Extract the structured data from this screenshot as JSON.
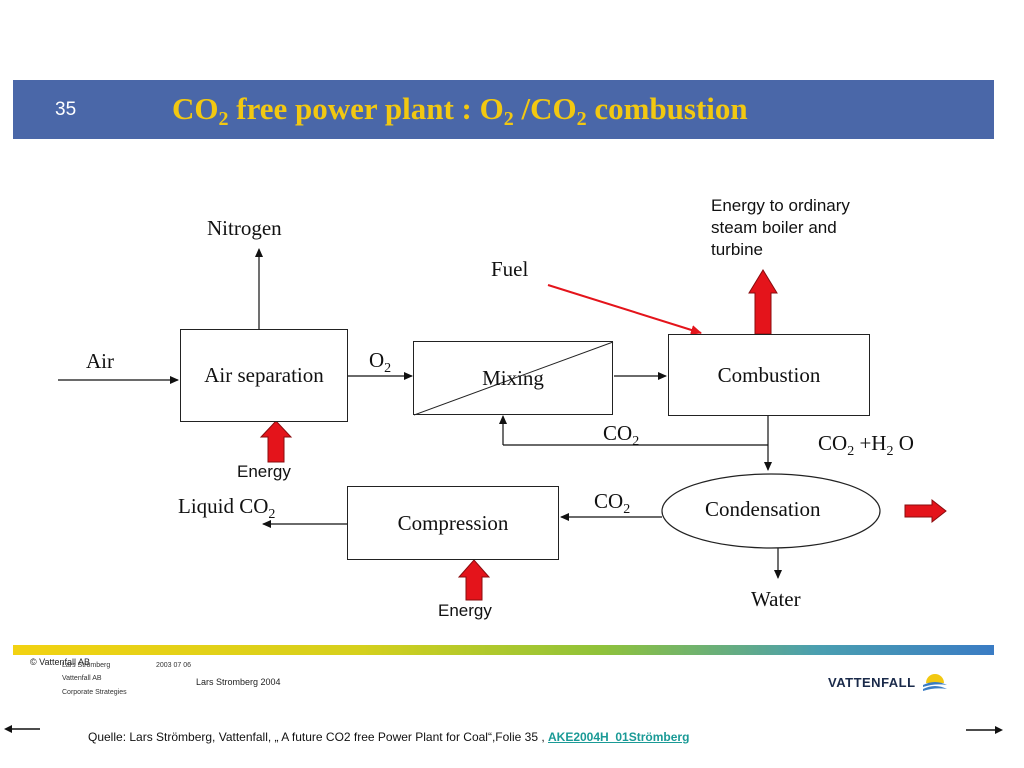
{
  "slide": {
    "number": "35",
    "title_parts": {
      "p1": "CO",
      "p1_sub": "2",
      "p2": " free power plant : O",
      "p2_sub": "2",
      "p3": " /CO",
      "p3_sub": "2",
      "p4": " combustion"
    }
  },
  "diagram": {
    "nitrogen": "Nitrogen",
    "air": "Air",
    "air_separation": "Air separation",
    "o2_label": "O",
    "o2_sub": "2",
    "mixing": "Mixing",
    "fuel": "Fuel",
    "combustion": "Combustion",
    "energy_top": "Energy to ordinary steam boiler and turbine",
    "energy_top_lines": [
      "Energy to ordinary",
      "steam boiler and",
      "turbine"
    ],
    "co2_recycle": "CO",
    "co2_recycle_sub": "2",
    "energy_air_sep": "Energy",
    "exhaust_label": "CO",
    "exhaust_sub1": "2",
    "exhaust_mid": " +H",
    "exhaust_sub2": "2",
    "exhaust_end": " O",
    "condensation": "Condensation",
    "co2_to_compression": "CO",
    "co2_to_compression_sub": "2",
    "compression": "Compression",
    "liquid_co2": "Liquid CO",
    "liquid_co2_sub": "2",
    "energy_compression": "Energy",
    "water": "Water"
  },
  "footer": {
    "copyright": "© Vattenfall AB",
    "author_small": "Lars Strömberg",
    "date_small": "2003 07 06",
    "company_small": "Vattenfall AB",
    "dept_small": "Corporate Strategies",
    "author_year": "Lars Stromberg 2004",
    "logo_text": "VATTENFALL",
    "source_text": "Quelle: Lars Strömberg, Vattenfall, „ A future CO2 free Power Plant for Coal“,Folie 35 , ",
    "source_link": "AKE2004H_01Strömberg"
  },
  "colors": {
    "title_bar": "#4a67a8",
    "title_text": "#f2c811",
    "energy_arrow": "#e4141b",
    "link": "#1a9a96"
  },
  "icons": {
    "back": "left-arrow-icon",
    "forward": "right-arrow-icon",
    "logo": "vattenfall-logo-icon"
  }
}
